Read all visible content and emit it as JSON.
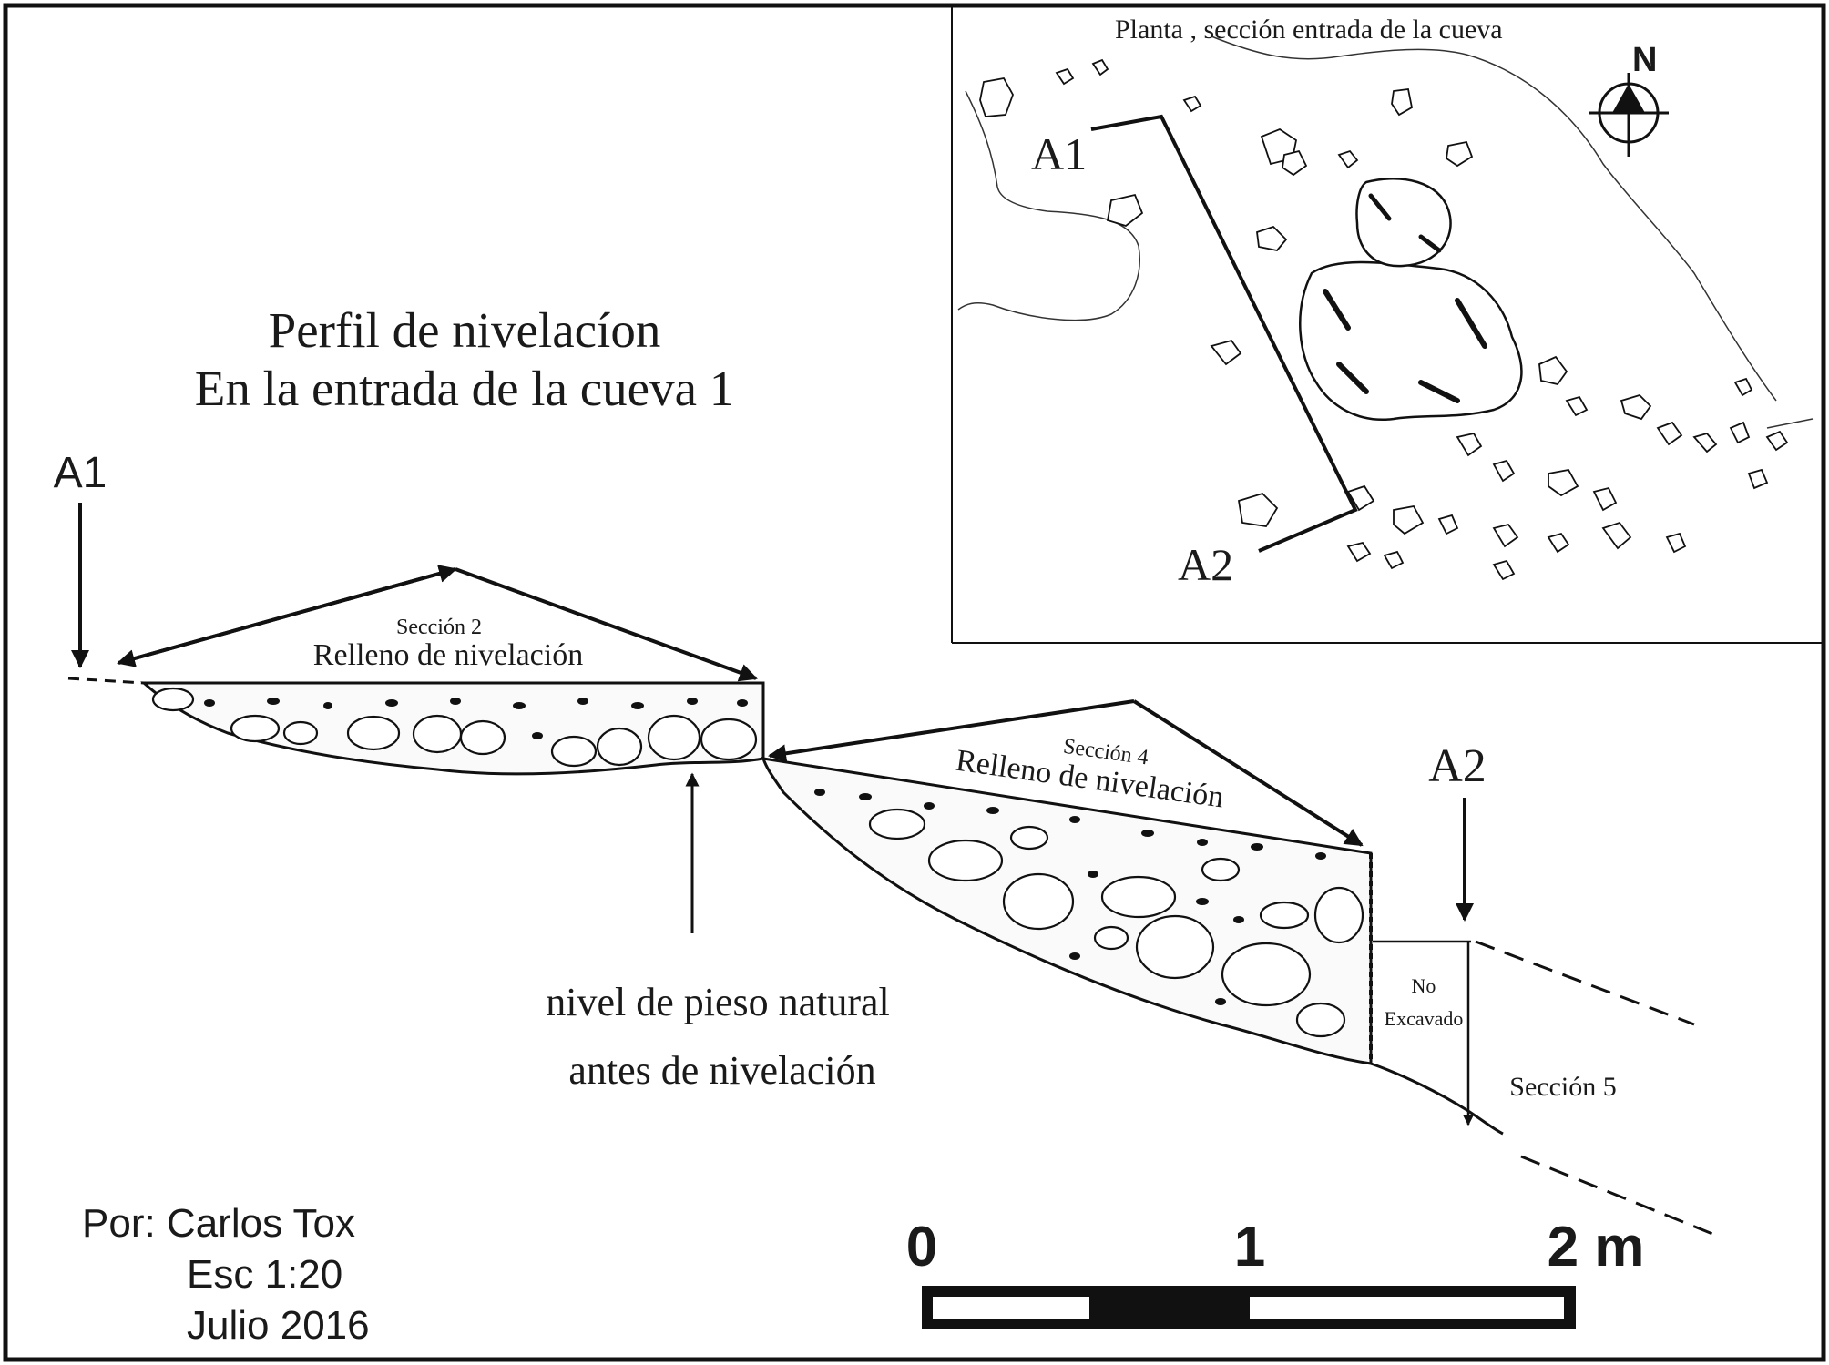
{
  "title": {
    "line1": "Perfil de nivelacíon",
    "line2": "En la entrada de la cueva 1"
  },
  "inset": {
    "title": "Planta , sección entrada de la cueva",
    "a1": "A1",
    "a2": "A2",
    "north": "N"
  },
  "profile": {
    "a1": "A1",
    "a2": "A2",
    "seccion2": "Sección 2",
    "seccion2_desc": "Relleno de nivelación",
    "seccion4": "Sección 4",
    "seccion4_desc": "Relleno de nivelación",
    "seccion5": "Sección 5",
    "no_excavado_line1": "No",
    "no_excavado_line2": "Excavado",
    "floor_label_line1": "nivel de pieso natural",
    "floor_label_line2": "antes de  nivelación"
  },
  "credits": {
    "author": "Por:  Carlos Tox",
    "scale": "Esc 1:20",
    "date": "Julio 2016"
  },
  "scale_bar": {
    "label_0": "0",
    "label_1": "1",
    "label_2": "2 m"
  }
}
